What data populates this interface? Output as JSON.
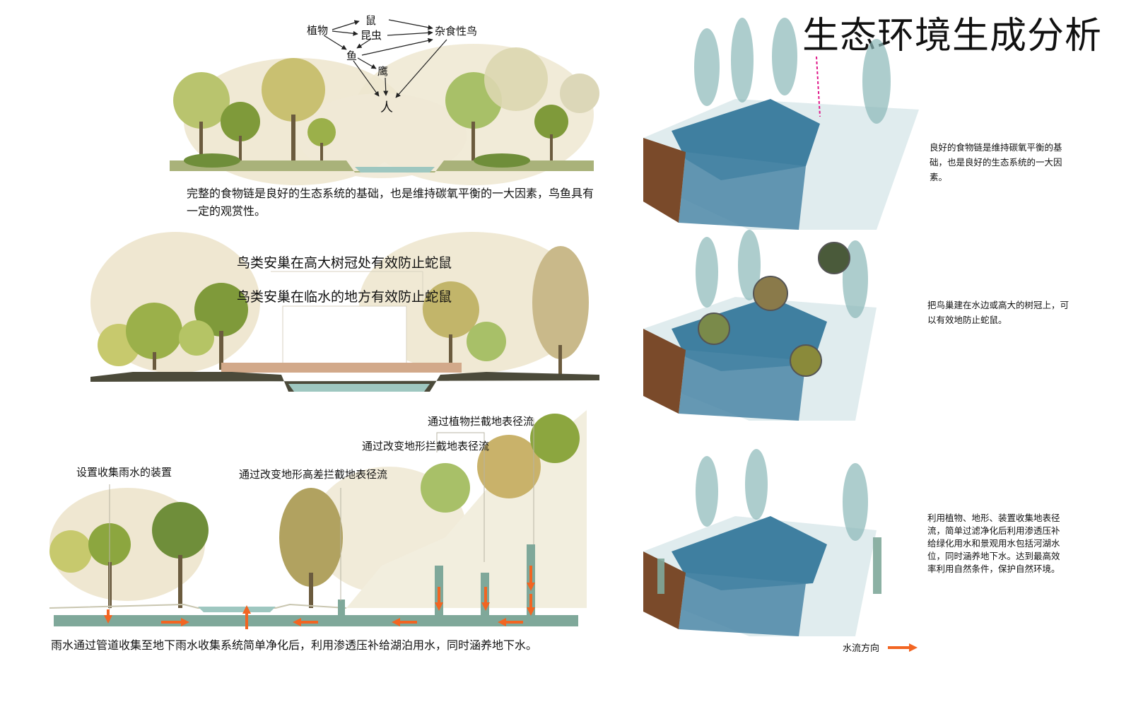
{
  "title": "生态环境生成分析",
  "food_web": {
    "nodes": {
      "rat": "鼠",
      "insect": "昆虫",
      "plant": "植物",
      "omnivore_bird": "杂食性鸟",
      "fish": "鱼",
      "eagle": "鹰",
      "human": "人"
    },
    "caption": "完整的食物链是良好的生态系统的基础，也是维持碳氧平衡的一大因素，鸟鱼具有一定的观赏性。"
  },
  "section2": {
    "label_top": "鸟类安巢在高大树冠处有效防止蛇鼠",
    "label_bottom": "鸟类安巢在临水的地方有效防止蛇鼠"
  },
  "section3": {
    "label_device": "设置收集雨水的装置",
    "label_height": "通过改变地形高差拦截地表径流",
    "label_terrain": "通过改变地形拦截地表径流",
    "label_plants": "通过植物拦截地表径流",
    "caption": "雨水通过管道收集至地下雨水收集系统简单净化后，利用渗透压补给湖泊用水，同时涵养地下水。"
  },
  "side_notes": {
    "note1": "良好的食物链是维持碳氧平衡的基础，也是良好的生态系统的一大因素。",
    "note2": "把鸟巢建在水边或高大的树冠上，可以有效地防止蛇鼠。",
    "note3": "利用植物、地形、装置收集地表径流，简单过滤净化后利用渗透压补给绿化用水和景观用水包括河湖水位，同时涵养地下水。达到最高效率利用自然条件，保护自然环境。"
  },
  "legend": {
    "flow_direction": "水流方向"
  },
  "colors": {
    "arrow": "#f26522",
    "water": "#2f6f95",
    "pipe": "#7fa89a",
    "soil": "#7a4a2a",
    "tree_green": "#8fa84a",
    "tree_teal": "#8ab8b8",
    "haze": "#e8e0c8"
  }
}
